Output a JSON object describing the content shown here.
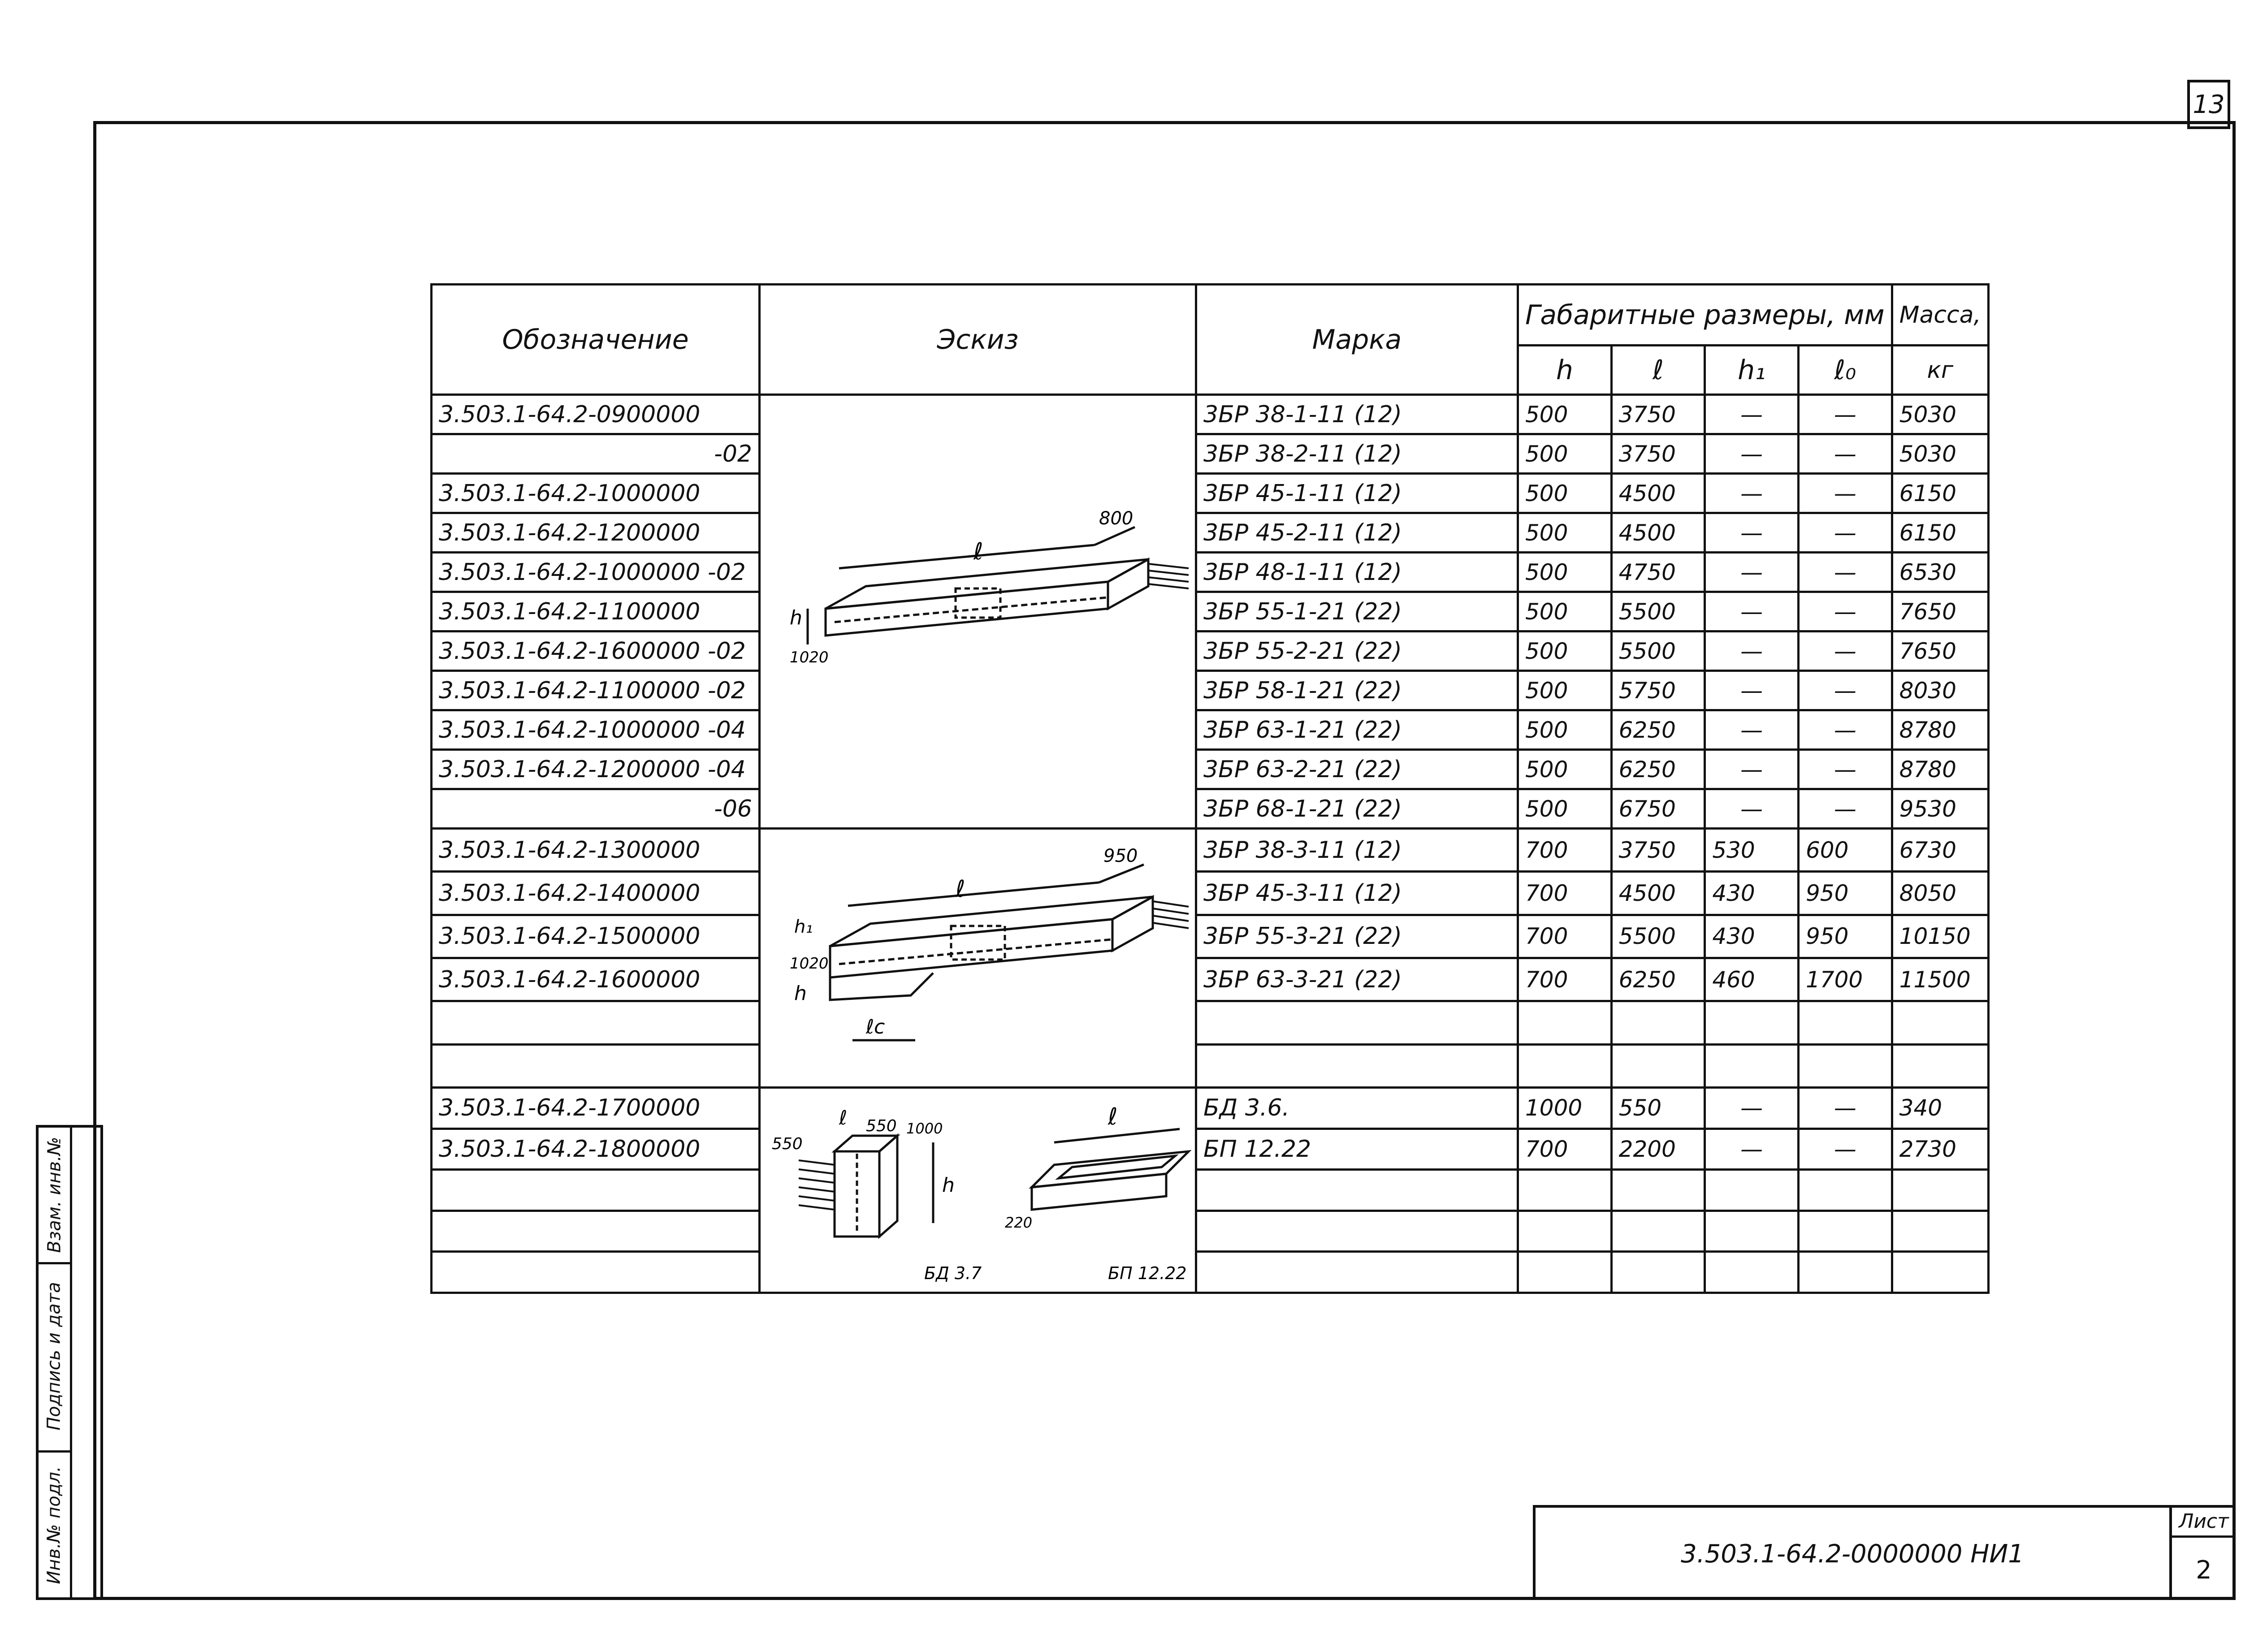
{
  "sheet_number": "13",
  "side_strip": {
    "inv_orig": "Инв.№ подл.",
    "sign_date": "Подпись и дата",
    "vzam_inv": "Взам. инв.№"
  },
  "table": {
    "headers": {
      "designation": "Обозначение",
      "sketch": "Эскиз",
      "mark": "Марка",
      "dims": "Габаритные размеры, мм",
      "mass": "Масса,",
      "mass_unit": "кг",
      "h": "h",
      "l": "ℓ",
      "h1": "h₁",
      "l0": "ℓ₀"
    },
    "group1": {
      "sketch_labels": {
        "l": "ℓ",
        "dim": "800",
        "h": "h",
        "b": "1020"
      },
      "rows": [
        {
          "designation": "3.503.1-64.2-0900000",
          "mark": "3БР 38-1-11 (12)",
          "h": "500",
          "l": "3750",
          "h1": "—",
          "l0": "—",
          "mass": "5030"
        },
        {
          "designation": "-02",
          "mark": "3БР 38-2-11 (12)",
          "h": "500",
          "l": "3750",
          "h1": "—",
          "l0": "—",
          "mass": "5030"
        },
        {
          "designation": "3.503.1-64.2-1000000",
          "mark": "3БР 45-1-11 (12)",
          "h": "500",
          "l": "4500",
          "h1": "—",
          "l0": "—",
          "mass": "6150"
        },
        {
          "designation": "3.503.1-64.2-1200000",
          "mark": "3БР 45-2-11 (12)",
          "h": "500",
          "l": "4500",
          "h1": "—",
          "l0": "—",
          "mass": "6150"
        },
        {
          "designation": "3.503.1-64.2-1000000 -02",
          "mark": "3БР 48-1-11 (12)",
          "h": "500",
          "l": "4750",
          "h1": "—",
          "l0": "—",
          "mass": "6530"
        },
        {
          "designation": "3.503.1-64.2-1100000",
          "mark": "3БР 55-1-21 (22)",
          "h": "500",
          "l": "5500",
          "h1": "—",
          "l0": "—",
          "mass": "7650"
        },
        {
          "designation": "3.503.1-64.2-1600000 -02",
          "mark": "3БР 55-2-21 (22)",
          "h": "500",
          "l": "5500",
          "h1": "—",
          "l0": "—",
          "mass": "7650"
        },
        {
          "designation": "3.503.1-64.2-1100000 -02",
          "mark": "3БР 58-1-21 (22)",
          "h": "500",
          "l": "5750",
          "h1": "—",
          "l0": "—",
          "mass": "8030"
        },
        {
          "designation": "3.503.1-64.2-1000000 -04",
          "mark": "3БР 63-1-21 (22)",
          "h": "500",
          "l": "6250",
          "h1": "—",
          "l0": "—",
          "mass": "8780"
        },
        {
          "designation": "3.503.1-64.2-1200000 -04",
          "mark": "3БР 63-2-21 (22)",
          "h": "500",
          "l": "6250",
          "h1": "—",
          "l0": "—",
          "mass": "8780"
        },
        {
          "designation": "-06",
          "mark": "3БР 68-1-21 (22)",
          "h": "500",
          "l": "6750",
          "h1": "—",
          "l0": "—",
          "mass": "9530"
        }
      ]
    },
    "group2": {
      "sketch_labels": {
        "l": "ℓ",
        "dim": "950",
        "h1": "h₁",
        "h": "h",
        "b": "1020",
        "lc": "ℓс"
      },
      "rows": [
        {
          "designation": "3.503.1-64.2-1300000",
          "mark": "3БР 38-3-11 (12)",
          "h": "700",
          "l": "3750",
          "h1": "530",
          "l0": "600",
          "mass": "6730"
        },
        {
          "designation": "3.503.1-64.2-1400000",
          "mark": "3БР 45-3-11 (12)",
          "h": "700",
          "l": "4500",
          "h1": "430",
          "l0": "950",
          "mass": "8050"
        },
        {
          "designation": "3.503.1-64.2-1500000",
          "mark": "3БР 55-3-21 (22)",
          "h": "700",
          "l": "5500",
          "h1": "430",
          "l0": "950",
          "mass": "10150"
        },
        {
          "designation": "3.503.1-64.2-1600000",
          "mark": "3БР 63-3-21 (22)",
          "h": "700",
          "l": "6250",
          "h1": "460",
          "l0": "1700",
          "mass": "11500"
        }
      ]
    },
    "group3": {
      "sketch_labels": {
        "d550a": "550",
        "l": "ℓ",
        "d550b": "550",
        "d1000": "1000",
        "h": "h",
        "d220": "220",
        "l2": "ℓ",
        "bd": "БД 3.7",
        "bp": "БП 12.22"
      },
      "rows": [
        {
          "designation": "3.503.1-64.2-1700000",
          "mark": "БД 3.6.",
          "h": "1000",
          "l": "550",
          "h1": "—",
          "l0": "—",
          "mass": "340"
        },
        {
          "designation": "3.503.1-64.2-1800000",
          "mark": "БП 12.22",
          "h": "700",
          "l": "2200",
          "h1": "—",
          "l0": "—",
          "mass": "2730"
        }
      ]
    }
  },
  "stamp": {
    "code": "3.503.1-64.2-0000000 НИ1",
    "list_label": "Лист",
    "list_number": "2"
  }
}
